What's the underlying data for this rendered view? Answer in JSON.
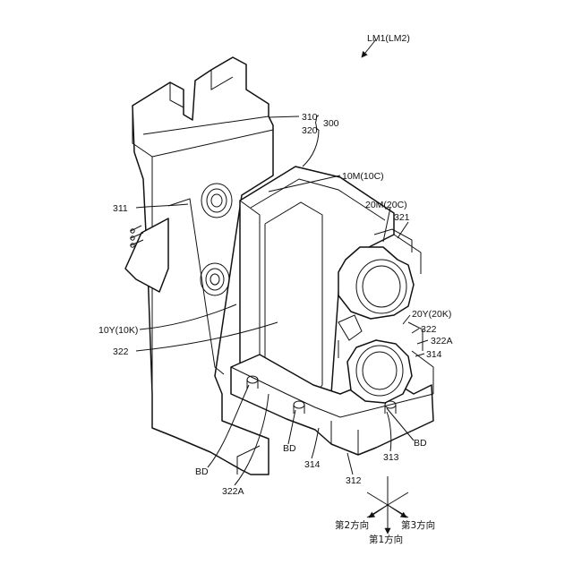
{
  "labels": {
    "assembly": "LM1(LM2)",
    "frame_upper": "310",
    "frame_lower": "320",
    "frame_group": "300",
    "gear_10m": "10M(10C)",
    "gear_20m": "20M(20C)",
    "rib_321": "321",
    "frame_311": "311",
    "gear_10y": "10Y(10K)",
    "wall_322_left": "322",
    "gear_20y": "20Y(20K)",
    "wall_322_right": "322",
    "wall_322a_right": "322A",
    "rib_314_right": "314",
    "bd_right": "BD",
    "rib_313": "313",
    "bd_center": "BD",
    "rib_314_center": "314",
    "base_312": "312",
    "bd_left": "BD",
    "wall_322a_bottom": "322A"
  },
  "directions": {
    "second": "第2方向",
    "third": "第3方向",
    "first": "第1方向"
  }
}
